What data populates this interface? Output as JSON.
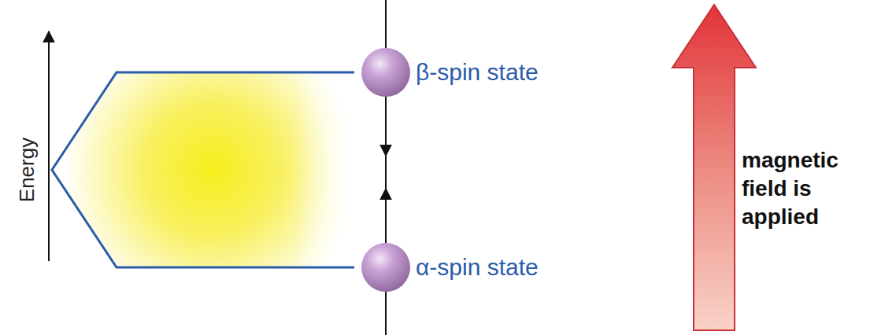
{
  "diagram": {
    "labels": [
      "Energy",
      "β-spin state",
      "α-spin state",
      "magnetic field is applied"
    ]
  }
}
